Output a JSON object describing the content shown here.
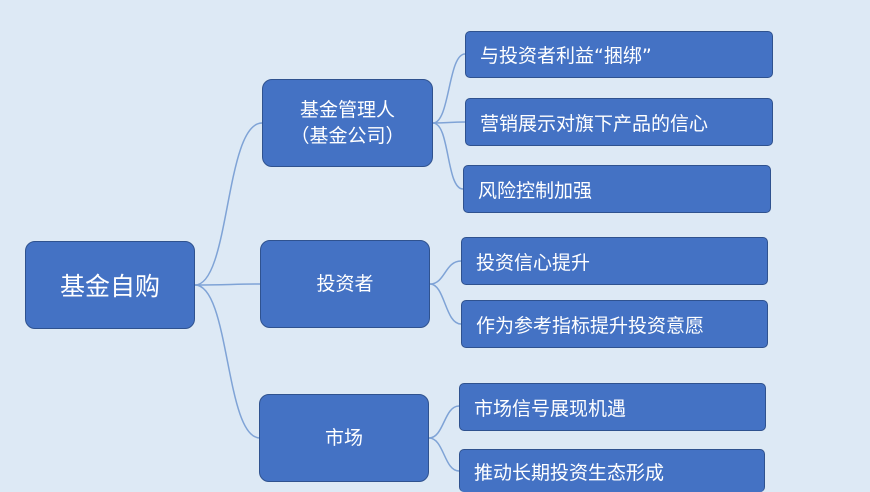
{
  "mindmap": {
    "root": {
      "label": "基金自购"
    },
    "branches": [
      {
        "line1": "基金管理人",
        "line2": "（基金公司）",
        "children": [
          "与投资者利益“捆绑”",
          "营销展示对旗下产品的信心",
          "风险控制加强"
        ]
      },
      {
        "line1": "投资者",
        "line2": "",
        "children": [
          "投资信心提升",
          "作为参考指标提升投资意愿"
        ]
      },
      {
        "line1": "市场",
        "line2": "",
        "children": [
          "市场信号展现机遇",
          "推动长期投资生态形成"
        ]
      }
    ]
  },
  "colors": {
    "background": "#dde9f5",
    "node_fill": "#4472c4",
    "node_border": "#2f528f",
    "connector": "#7fa3d6"
  }
}
